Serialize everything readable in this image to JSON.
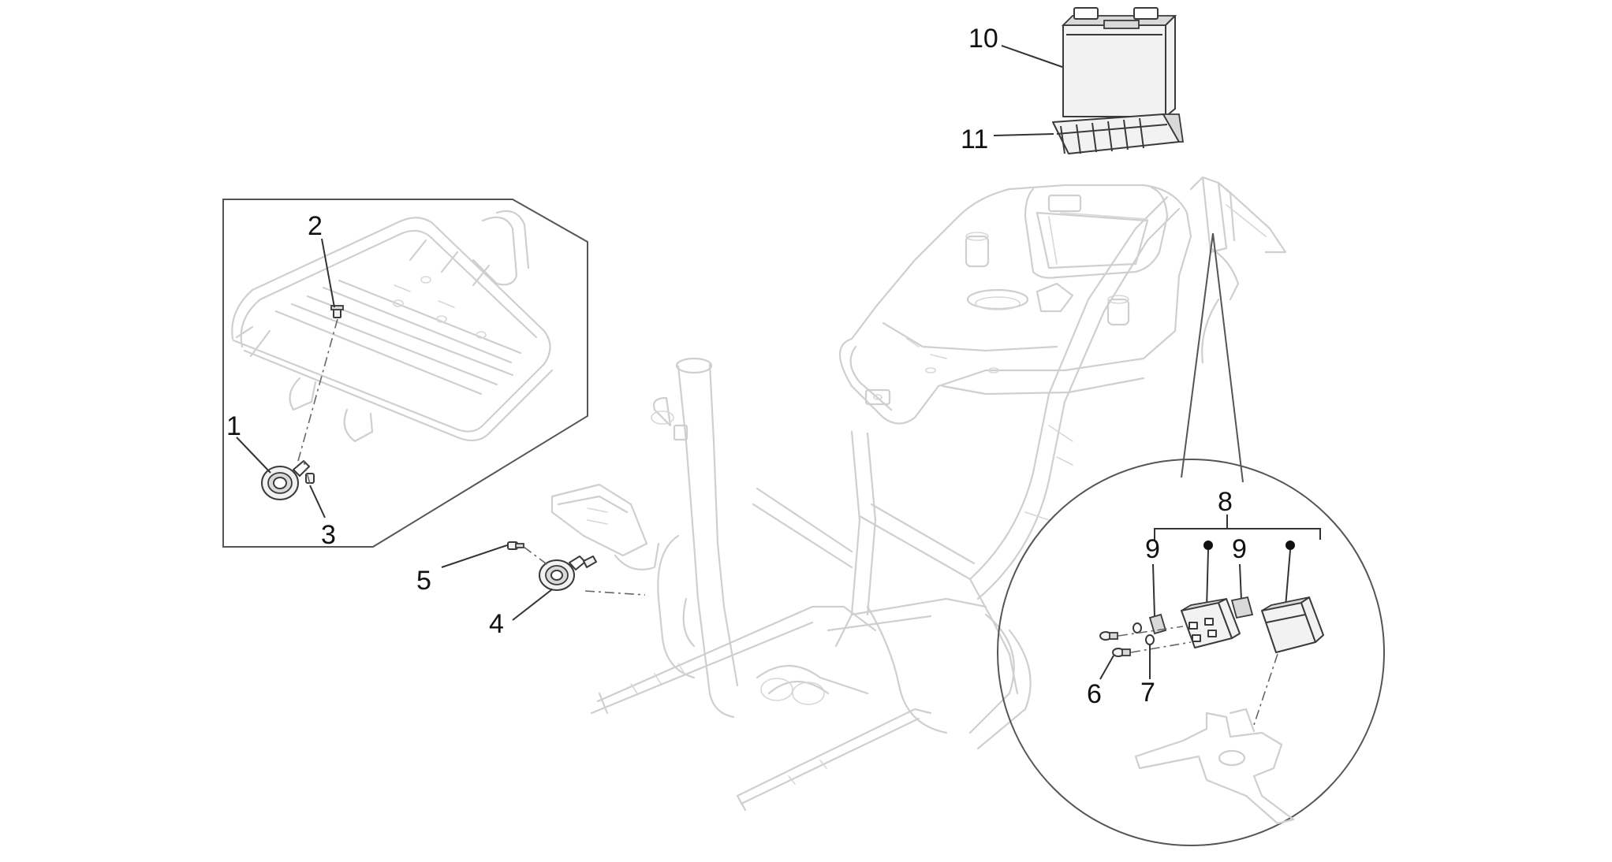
{
  "callouts": {
    "c1": "1",
    "c2": "2",
    "c3": "3",
    "c4": "4",
    "c5": "5",
    "c6": "6",
    "c7": "7",
    "c8": "8",
    "c9a": "9",
    "c9b": "9",
    "c10": "10",
    "c11": "11"
  },
  "colors": {
    "frame": "#cfcfcf",
    "part": "#3a3a3a",
    "text": "#111111"
  }
}
